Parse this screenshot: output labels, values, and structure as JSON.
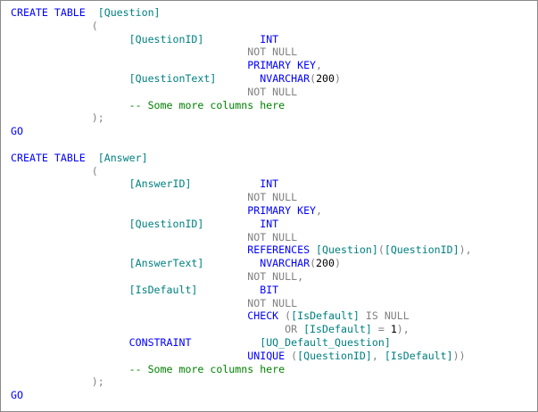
{
  "snippet_lines": [
    [
      {
        "t": "CREATE TABLE",
        "c": "kw"
      },
      {
        "t": "  "
      },
      {
        "t": "[Question]",
        "c": "id"
      }
    ],
    [
      {
        "t": "             "
      },
      {
        "t": "(",
        "c": "gr"
      }
    ],
    [
      {
        "t": "                   "
      },
      {
        "t": "[QuestionID]",
        "c": "id"
      },
      {
        "t": "         "
      },
      {
        "t": "INT",
        "c": "kw"
      }
    ],
    [
      {
        "t": "                                      "
      },
      {
        "t": "NOT NULL",
        "c": "gr"
      }
    ],
    [
      {
        "t": "                                      "
      },
      {
        "t": "PRIMARY KEY",
        "c": "kw"
      },
      {
        "t": ",",
        "c": "gr"
      }
    ],
    [
      {
        "t": "                   "
      },
      {
        "t": "[QuestionText]",
        "c": "id"
      },
      {
        "t": "       "
      },
      {
        "t": "NVARCHAR",
        "c": "kw"
      },
      {
        "t": "(",
        "c": "gr"
      },
      {
        "t": "200",
        "c": "num"
      },
      {
        "t": ")",
        "c": "gr"
      }
    ],
    [
      {
        "t": "                                      "
      },
      {
        "t": "NOT NULL",
        "c": "gr"
      }
    ],
    [
      {
        "t": "                   "
      },
      {
        "t": "-- Some more columns here",
        "c": "cm"
      }
    ],
    [
      {
        "t": "             "
      },
      {
        "t": ");",
        "c": "gr"
      }
    ],
    [
      {
        "t": "GO",
        "c": "kw"
      }
    ],
    [],
    [
      {
        "t": "CREATE TABLE",
        "c": "kw"
      },
      {
        "t": "  "
      },
      {
        "t": "[Answer]",
        "c": "id"
      }
    ],
    [
      {
        "t": "             "
      },
      {
        "t": "(",
        "c": "gr"
      }
    ],
    [
      {
        "t": "                   "
      },
      {
        "t": "[AnswerID]",
        "c": "id"
      },
      {
        "t": "           "
      },
      {
        "t": "INT",
        "c": "kw"
      }
    ],
    [
      {
        "t": "                                      "
      },
      {
        "t": "NOT NULL",
        "c": "gr"
      }
    ],
    [
      {
        "t": "                                      "
      },
      {
        "t": "PRIMARY KEY",
        "c": "kw"
      },
      {
        "t": ",",
        "c": "gr"
      }
    ],
    [
      {
        "t": "                   "
      },
      {
        "t": "[QuestionID]",
        "c": "id"
      },
      {
        "t": "         "
      },
      {
        "t": "INT",
        "c": "kw"
      }
    ],
    [
      {
        "t": "                                      "
      },
      {
        "t": "NOT NULL",
        "c": "gr"
      }
    ],
    [
      {
        "t": "                                      "
      },
      {
        "t": "REFERENCES",
        "c": "kw"
      },
      {
        "t": " "
      },
      {
        "t": "[Question]",
        "c": "id"
      },
      {
        "t": "(",
        "c": "gr"
      },
      {
        "t": "[QuestionID]",
        "c": "id"
      },
      {
        "t": "),",
        "c": "gr"
      }
    ],
    [
      {
        "t": "                   "
      },
      {
        "t": "[AnswerText]",
        "c": "id"
      },
      {
        "t": "         "
      },
      {
        "t": "NVARCHAR",
        "c": "kw"
      },
      {
        "t": "(",
        "c": "gr"
      },
      {
        "t": "200",
        "c": "num"
      },
      {
        "t": ")",
        "c": "gr"
      }
    ],
    [
      {
        "t": "                                      "
      },
      {
        "t": "NOT NULL",
        "c": "gr"
      },
      {
        "t": ",",
        "c": "gr"
      }
    ],
    [
      {
        "t": "                   "
      },
      {
        "t": "[IsDefault]",
        "c": "id"
      },
      {
        "t": "          "
      },
      {
        "t": "BIT",
        "c": "kw"
      }
    ],
    [
      {
        "t": "                                      "
      },
      {
        "t": "NOT NULL",
        "c": "gr"
      }
    ],
    [
      {
        "t": "                                      "
      },
      {
        "t": "CHECK",
        "c": "kw"
      },
      {
        "t": " "
      },
      {
        "t": "(",
        "c": "gr"
      },
      {
        "t": "[IsDefault]",
        "c": "id"
      },
      {
        "t": " "
      },
      {
        "t": "IS NULL",
        "c": "gr"
      }
    ],
    [
      {
        "t": "                                            "
      },
      {
        "t": "OR",
        "c": "gr"
      },
      {
        "t": " "
      },
      {
        "t": "[IsDefault]",
        "c": "id"
      },
      {
        "t": " "
      },
      {
        "t": "=",
        "c": "gr"
      },
      {
        "t": " "
      },
      {
        "t": "1",
        "c": "num"
      },
      {
        "t": "),",
        "c": "gr"
      }
    ],
    [
      {
        "t": "                   "
      },
      {
        "t": "CONSTRAINT",
        "c": "kw"
      },
      {
        "t": "           "
      },
      {
        "t": "[UQ_Default_Question]",
        "c": "id"
      }
    ],
    [
      {
        "t": "                                      "
      },
      {
        "t": "UNIQUE",
        "c": "kw"
      },
      {
        "t": " "
      },
      {
        "t": "(",
        "c": "gr"
      },
      {
        "t": "[QuestionID]",
        "c": "id"
      },
      {
        "t": ",",
        "c": "gr"
      },
      {
        "t": " "
      },
      {
        "t": "[IsDefault]",
        "c": "id"
      },
      {
        "t": ")",
        "c": "gr"
      },
      {
        "t": ")",
        "c": "gr"
      }
    ],
    [
      {
        "t": "                   "
      },
      {
        "t": "-- Some more columns here",
        "c": "cm"
      }
    ],
    [
      {
        "t": "             "
      },
      {
        "t": ");",
        "c": "gr"
      }
    ],
    [
      {
        "t": "GO",
        "c": "kw"
      }
    ]
  ],
  "colors": {
    "keyword": "#0000ff",
    "identifier": "#008080",
    "operator": "#808080",
    "comment": "#008000",
    "number": "#000000"
  }
}
